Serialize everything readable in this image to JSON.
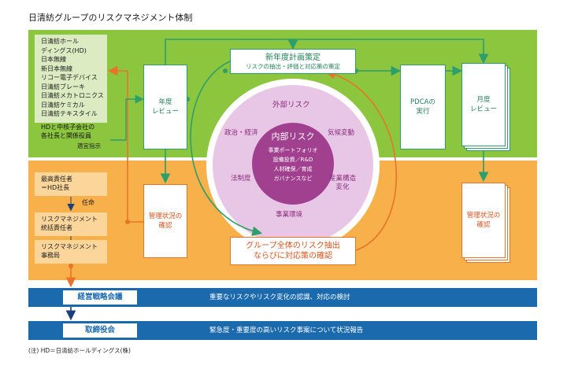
{
  "title": "日清紡グループのリスクマネジメント体制",
  "companies": [
    "日清紡ホール",
    "ディングス(HD)",
    "日本無線",
    "新日本無線",
    "リコー電子デバイス",
    "日清紡ブレーキ",
    "日清紡メカトロニクス",
    "日清紡ケミカル",
    "日清紡テキスタイル"
  ],
  "subsidiary_note": [
    "HDと中核子会社の",
    "各社長と関係役員"
  ],
  "instruction_label": "適宜指示",
  "org": {
    "chief": [
      "最高責任者",
      "＝HD社長"
    ],
    "appoint": "任命",
    "manager": [
      "リスクマネジメント",
      "統括責任者"
    ],
    "office": [
      "リスクマネジメント",
      "事務局"
    ]
  },
  "cycle": {
    "annual_review": [
      "年度",
      "レビュー"
    ],
    "plan_title": "新年度計画策定",
    "plan_sub": "リスクの抽出・評価と対応策の策定",
    "pdca": [
      "PDCAの",
      "実行"
    ],
    "monthly_review": [
      "月度",
      "レビュー"
    ],
    "mgmt_status_left": [
      "管理状況の",
      "確認"
    ],
    "mgmt_status_right": [
      "管理状況の",
      "確認"
    ],
    "group_check": [
      "グループ全体のリスク抽出",
      "ならびに対応策の確認"
    ]
  },
  "risk_circle": {
    "external": "外部リスク",
    "politics": "政治・経済",
    "climate": "気候変動",
    "law": "法制度",
    "industry": [
      "産業構造",
      "変化"
    ],
    "environment": "事業環境",
    "internal": "内部リスク",
    "internal_items": [
      "事業ポートフォリオ",
      "設備投資／R&D",
      "人材確保／育成",
      "ガバナンスなど"
    ]
  },
  "meetings": [
    {
      "name": "経営戦略会議",
      "desc": "重要なリスクやリスク変化の認識、対応の検討"
    },
    {
      "name": "取締役会",
      "desc": "緊急度・重要度の高いリスク事案について状況報告"
    }
  ],
  "footnote": "(注) HD＝日清紡ホールディングス(株)",
  "colors": {
    "green": "#8cc63f",
    "orange": "#f7b04a",
    "blue": "#1b6aae",
    "purple": "#a0408f",
    "teal": "#2e9e6b",
    "arrow_orange": "#e8742a"
  }
}
